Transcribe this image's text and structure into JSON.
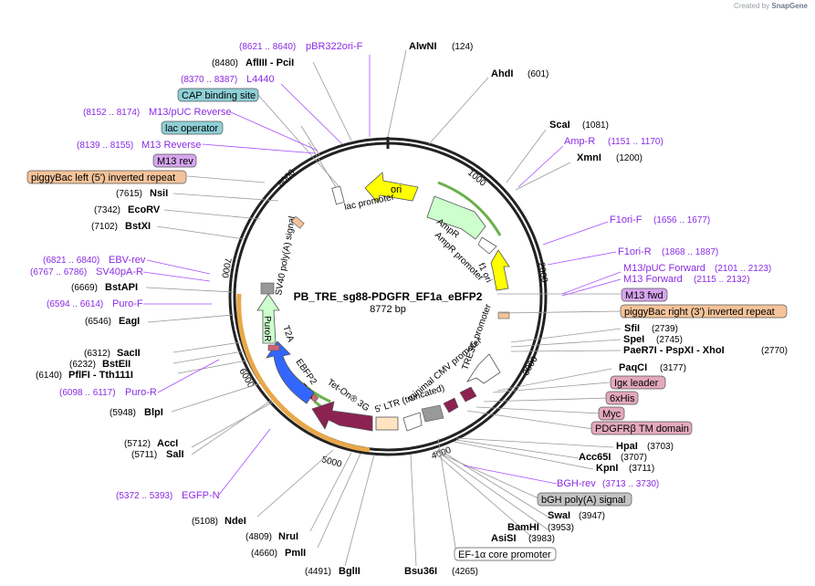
{
  "watermark": {
    "prefix": "Created by",
    "brand": "SnapGene"
  },
  "plasmid": {
    "name": "PB_TRE_sg88-PDGFR_EF1a_eBFP2",
    "length": "8772 bp"
  },
  "ticks": [
    "1000",
    "2000",
    "3000",
    "4000",
    "5000",
    "6000",
    "7000",
    "8000"
  ],
  "enzymes": [
    {
      "name": "AlwNI",
      "pos": "(124)"
    },
    {
      "name": "AhdI",
      "pos": "(601)"
    },
    {
      "name": "ScaI",
      "pos": "(1081)"
    },
    {
      "name": "XmnI",
      "pos": "(1200)"
    },
    {
      "name": "SfiI",
      "pos": "(2739)"
    },
    {
      "name": "SpeI",
      "pos": "(2745)"
    },
    {
      "name": "PaeR7I - PspXI - XhoI",
      "pos": "(2770)"
    },
    {
      "name": "PaqCI",
      "pos": "(3177)"
    },
    {
      "name": "HpaI",
      "pos": "(3703)"
    },
    {
      "name": "Acc65I",
      "pos": "(3707)"
    },
    {
      "name": "KpnI",
      "pos": "(3711)"
    },
    {
      "name": "SwaI",
      "pos": "(3947)"
    },
    {
      "name": "BamHI",
      "pos": "(3953)"
    },
    {
      "name": "AsiSI",
      "pos": "(3983)"
    },
    {
      "name": "Bsu36I",
      "pos": "(4265)"
    },
    {
      "name": "BglII",
      "pos": "(4491)"
    },
    {
      "name": "PmlI",
      "pos": "(4660)"
    },
    {
      "name": "NruI",
      "pos": "(4809)"
    },
    {
      "name": "NdeI",
      "pos": "(5108)"
    },
    {
      "name": "SalI",
      "pos": "(5711)"
    },
    {
      "name": "AccI",
      "pos": "(5712)"
    },
    {
      "name": "BlpI",
      "pos": "(5948)"
    },
    {
      "name": "PflFI - Tth111I",
      "pos": "(6140)"
    },
    {
      "name": "BstEII",
      "pos": "(6232)"
    },
    {
      "name": "SacII",
      "pos": "(6312)"
    },
    {
      "name": "EagI",
      "pos": "(6546)"
    },
    {
      "name": "BstAPI",
      "pos": "(6669)"
    },
    {
      "name": "BstXI",
      "pos": "(7102)"
    },
    {
      "name": "EcoRV",
      "pos": "(7342)"
    },
    {
      "name": "NsiI",
      "pos": "(7615)"
    },
    {
      "name": "AflIII - PciI",
      "pos": "(8480)"
    }
  ],
  "primers": [
    {
      "name": "pBR322ori-F",
      "pos": "(8621 .. 8640)"
    },
    {
      "name": "L4440",
      "pos": "(8370 .. 8387)"
    },
    {
      "name": "M13/pUC Reverse",
      "pos": "(8152 .. 8174)"
    },
    {
      "name": "M13 Reverse",
      "pos": "(8139 .. 8155)"
    },
    {
      "name": "Amp-R",
      "pos": "(1151 .. 1170)"
    },
    {
      "name": "F1ori-F",
      "pos": "(1656 .. 1677)"
    },
    {
      "name": "F1ori-R",
      "pos": "(1868 .. 1887)"
    },
    {
      "name": "M13/pUC Forward",
      "pos": "(2101 .. 2123)"
    },
    {
      "name": "M13 Forward",
      "pos": "(2115 .. 2132)"
    },
    {
      "name": "EBV-rev",
      "pos": "(6821 .. 6840)"
    },
    {
      "name": "SV40pA-R",
      "pos": "(6767 .. 6786)"
    },
    {
      "name": "Puro-F",
      "pos": "(6594 .. 6614)"
    },
    {
      "name": "Puro-R",
      "pos": "(6098 .. 6117)"
    },
    {
      "name": "BGH-rev",
      "pos": "(3713 .. 3730)"
    },
    {
      "name": "EGFP-N",
      "pos": "(5372 .. 5393)"
    }
  ],
  "boxed_features": [
    {
      "label": "CAP binding site",
      "color": "#8ecfd6"
    },
    {
      "label": "lac operator",
      "color": "#8ecfd6"
    },
    {
      "label": "M13 rev",
      "color": "#d7a6ef"
    },
    {
      "label": "piggyBac left (5') inverted repeat",
      "color": "#f5c39a"
    },
    {
      "label": "M13 fwd",
      "color": "#d7a6ef"
    },
    {
      "label": "piggyBac right (3') inverted repeat",
      "color": "#f5c39a"
    },
    {
      "label": "Igκ leader",
      "color": "#e3a9bd"
    },
    {
      "label": "6xHis",
      "color": "#e3a9bd"
    },
    {
      "label": "Myc",
      "color": "#e3a9bd"
    },
    {
      "label": "PDGFRβ TM domain",
      "color": "#e3a9bd"
    },
    {
      "label": "bGH poly(A) signal",
      "color": "#c4c4c4"
    },
    {
      "label": "EF-1α core promoter",
      "color": "#ffffff"
    }
  ],
  "inner_labels": {
    "ori": "ori",
    "lac_promoter": "lac promoter",
    "ampr": "AmpR",
    "ampr_promoter": "AmpR promoter",
    "f1_ori": "f1 ori",
    "sv40": "SV40 poly(A) signal",
    "puror": "PuroR",
    "t2a_1": "T2A",
    "ebfp2": "EBFP2",
    "t2a_2": "T2A",
    "teton": "Tet-On® 3G",
    "ltr": "5' LTR (truncated)",
    "mincmv": "minimal CMV promoter",
    "tre3g": "TRE3G promoter"
  },
  "colors": {
    "ori": "#ffff00",
    "ampr": "#ccffcc",
    "f1ori": "#ffff00",
    "puror": "#ccffcc",
    "ebfp2": "#3366ff",
    "teton": "#8b2252",
    "ltr": "#ffe4c4",
    "gray": "#999999",
    "pink": "#cc6677",
    "orange_frame": "#e8a84a",
    "green_frame": "#6ab04c"
  }
}
